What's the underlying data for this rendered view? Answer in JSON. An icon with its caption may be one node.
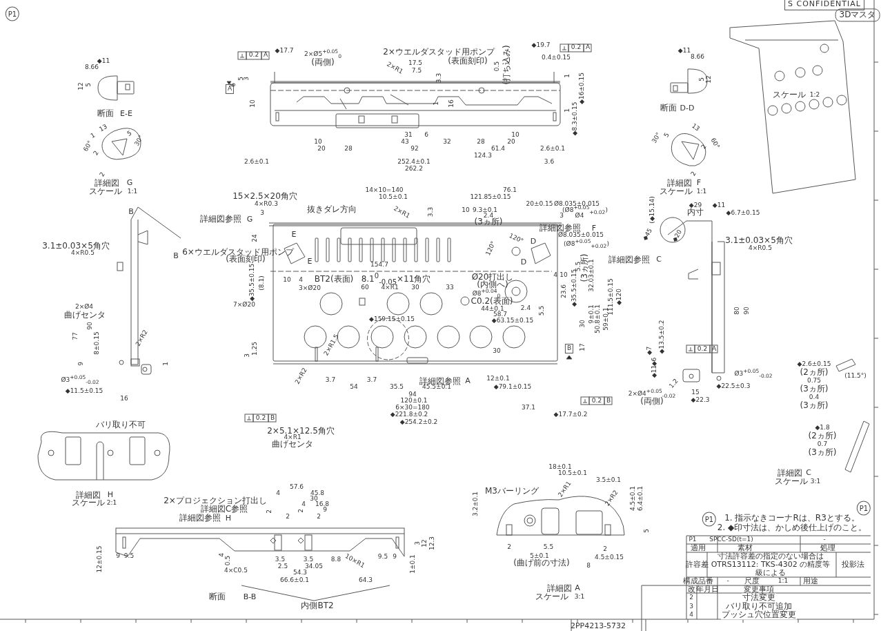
{
  "diagram": {
    "labels": [
      "P1",
      "S CONFIDENTIAL",
      "3Dマスタ",
      "◆11",
      "8.66",
      "12",
      "5",
      "断面",
      "E-E",
      "13",
      "30°",
      "60°",
      "1",
      "5",
      "2",
      "2",
      "詳細図",
      "G",
      "スケール",
      "1:1",
      "0.2",
      "A",
      "◆17.7",
      "A",
      "6",
      "5",
      "3",
      "10",
      "2×Ø5$^{+0.05}$$_{0}$",
      "(両側)",
      "2×ウエルダスタッド用ポンプ",
      "(表面刻印)",
      "2×R1",
      "17.5",
      "7.5",
      "3.3",
      "0.5",
      "(打ち込み)",
      "16",
      "1",
      "◆19.7",
      "0.2",
      "A",
      "0.4±0.15",
      "1",
      "1",
      "◆8.3±0.15",
      "◆16±0.15",
      "31",
      "6",
      "10",
      "10",
      "43",
      "32",
      "28",
      "20",
      "20",
      "28",
      "92",
      "61.4",
      "2.6±0.1",
      "124.3",
      "2.6±0.1",
      "252.4±0.1",
      "3.6",
      "262.2",
      "14×10=140",
      "76.1",
      "10.5±0.1",
      "121.85±0.15",
      "15×2.5×20角穴",
      "4×R0.3",
      "3",
      "抜きダレ方向",
      "2×R1",
      "3.3",
      "10",
      "9.3±0.1",
      "2.4",
      "(3ヵ所)",
      "20±0.15",
      "Ø8.035±0.015",
      "(Ø8$^{+0.05}$$_{+0.02}$)",
      "3",
      "Ø4",
      "詳細図参照",
      "G",
      "24",
      "E",
      "E",
      "詳細図参照",
      "F",
      "Ø8.035±0.015",
      "(Ø8$^{+0.05}$$_{+0.02}$)",
      "120°",
      "120°",
      "D",
      "D",
      "6×ウエルダスタッド用ポンプ",
      "(表面刻印)",
      "154.7",
      "◆35.5±0.15",
      "(8.1)",
      "10",
      "4",
      "BT2(表面)",
      "8.1$^{0}$$_{-0.05}$×11角穴",
      "3×Ø20",
      "60",
      "4×R1",
      "30",
      "33",
      "Ø20打出し",
      "(内側へ)",
      "Ø8$^{+0.04}$$_{0}$",
      "C0.2(表面)",
      "4",
      "10",
      "5.5",
      "(3ヵ所)",
      "23.6",
      "◆35.5±0.15",
      "32.03±0.1",
      "7×Ø20",
      "44±0.1",
      "2.4",
      "58.7",
      "5.5",
      "◆159.15±0.15",
      "◆63.15±0.15",
      "9±0.1",
      "30",
      "17",
      "30",
      "1.25",
      "3",
      "2×R1.5",
      "B",
      "2×R2",
      "3.7",
      "3.7",
      "詳細図参照",
      "A",
      "12±0.1",
      "54",
      "35.5",
      "45.5±0.1",
      "◆79.1±0.15",
      "94",
      "120±0.1",
      "6×30=180",
      "37.1",
      "0.2",
      "B",
      "◆221.8±0.2",
      "◆17.7±0.2",
      "0.2",
      "B",
      "◆254.2±0.2",
      "2×5.1×12.5角穴",
      "4×R1",
      "曲げセンタ",
      "111.5±0.15",
      "◆120",
      "50.8±0.1",
      "59±0.1",
      "B",
      "B",
      "3.1±0.03×5角穴",
      "4×R0.5",
      "77",
      "2×Ø4",
      "曲げセンタ",
      "90",
      "8±0.15",
      "2×R2",
      "9",
      "1",
      "Ø3$^{+0.05}$$_{-0.02}$",
      "◆11.5±0.15",
      "16",
      "(◆15.14)",
      "◆29",
      "内寸",
      "◆11",
      "◆6.7±0.15",
      "◆45",
      "◆20",
      "詳細図参照",
      "C",
      "3.1±0.03×5角穴",
      "4×R0.5",
      "80",
      "90",
      "◆13.5±0.2",
      "◆7",
      "0.2",
      "A",
      "◆6",
      "◆11",
      "Ø3$^{+0.05}$$_{-0.02}$",
      "◆22.5±0.3",
      "2×Ø4$^{+0.05}$$_{-0.02}$",
      "(両側)",
      "1.2",
      "15",
      "◆22.3",
      "◆11",
      "8.66",
      "5",
      "12",
      "断面",
      "D-D",
      "13",
      "30°",
      "5",
      "60°",
      "2",
      "2",
      "詳細図",
      "F",
      "スケール",
      "1:1",
      "スケール",
      "1:2",
      "◆2.6±0.15",
      "(2ヵ所)",
      "0.75",
      "(3ヵ所)",
      "0.4",
      "(3ヵ所)",
      "(11.5°)",
      "◆1.8",
      "(2ヵ所)",
      "0.7",
      "(3ヵ所)",
      "詳細図",
      "C",
      "スケール",
      "3:1",
      "バリ取り不可",
      "詳細図",
      "H",
      "スケール",
      "2:1",
      "2×プロジェクション打出し",
      "詳細図C参照",
      "詳細図参照",
      "H",
      "57.6",
      "4",
      "45.8",
      "30",
      "4",
      "16.8",
      "2",
      "2",
      "2",
      "2",
      "9",
      "12±0.15",
      "3",
      "12",
      "12.3",
      "9",
      "9.5",
      "4",
      "0.5",
      "3.5",
      "3.5",
      "8.8",
      "10×R1",
      "9.5",
      "9",
      "2.5",
      "34.05",
      "1±0.1",
      "4×C0.5",
      "54.3",
      "66.6±0.1",
      "64.3",
      "断面",
      "B-B",
      "内側BT2",
      "18±0.1",
      "10.5±0.1",
      "3.5±0.1",
      "M3バーリング",
      "2×R1",
      "2×R2",
      "3.2±0.1",
      "4.5±0.1",
      "6.4±0.1",
      "5",
      "2",
      "5.5",
      "2",
      "5±0.1",
      "(曲げ前の寸法)",
      "4.5±0.15",
      "8",
      "詳細図",
      "A",
      "スケール",
      "3:1",
      "P1",
      "1. 指示なきコーナRは、R3とする。",
      "2. ◆印寸法は、かしめ後仕上げのこと。",
      "P1",
      "P1",
      "SPCC-SD(t=1)",
      "-",
      "適用",
      "素材",
      "処理",
      "許容差",
      "寸法許容差の指定のない場合は OTRS13112: TKS-4302 の精度等級による",
      "投影法",
      "構成品番",
      "-",
      "尺度",
      "1:1",
      "用途",
      "改",
      "年月日",
      "変更事項",
      "2",
      "3",
      "4",
      "寸法変更",
      "バリ取り不可追加",
      "プッシュ穴位置変更",
      "2PP4213-5732"
    ]
  }
}
